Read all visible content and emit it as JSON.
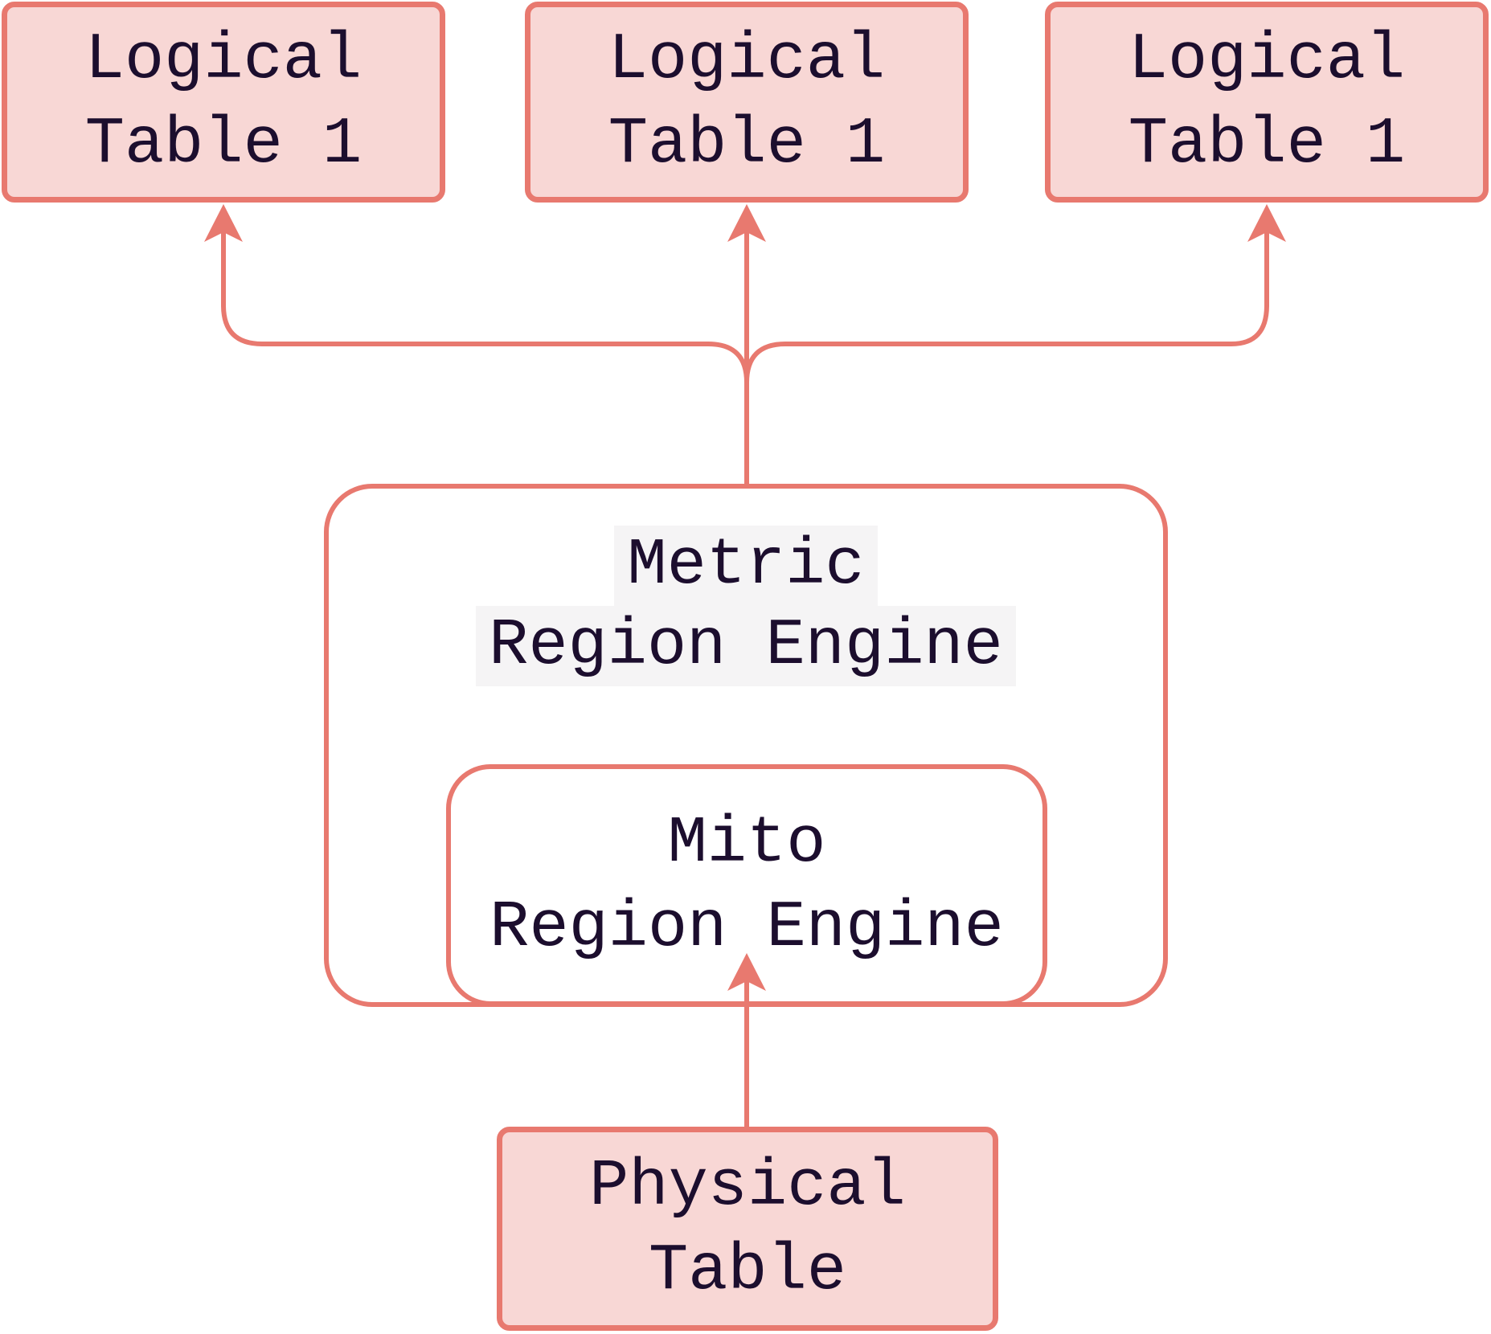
{
  "diagram": {
    "colors": {
      "accent": "#e8796f",
      "node_fill": "#f8d7d5",
      "text": "#1c0e2e",
      "label_bg": "#f5f4f5",
      "background": "#ffffff"
    },
    "nodes": {
      "logical_left": {
        "line1": "Logical",
        "line2": "Table 1"
      },
      "logical_middle": {
        "line1": "Logical",
        "line2": "Table 1"
      },
      "logical_right": {
        "line1": "Logical",
        "line2": "Table 1"
      },
      "metric_engine": {
        "line1": "Metric",
        "line2": "Region Engine"
      },
      "mito_engine": {
        "line1": "Mito",
        "line2": "Region Engine"
      },
      "physical_table": {
        "line1": "Physical",
        "line2": "Table"
      }
    }
  }
}
